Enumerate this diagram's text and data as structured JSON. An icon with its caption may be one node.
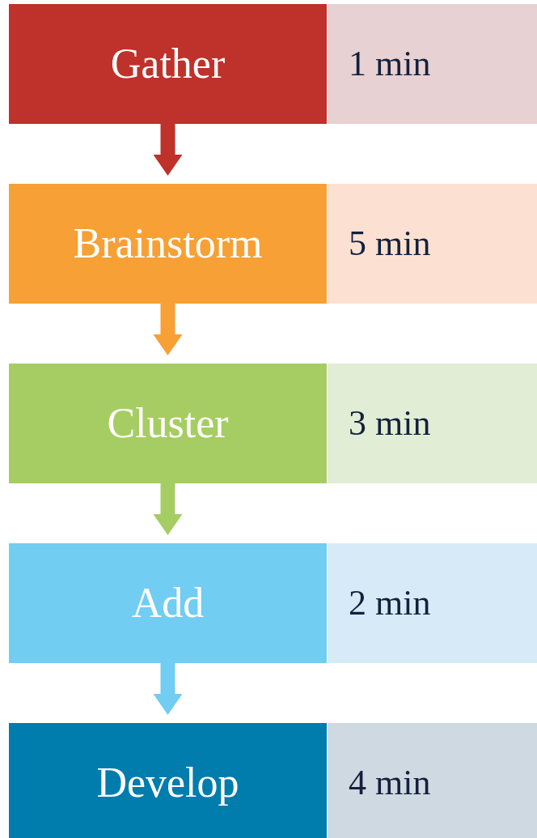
{
  "diagram": {
    "nodes": [
      {
        "text": [
          "Gather"
        ]
      },
      {
        "text": [
          "1 min"
        ]
      },
      {
        "text": [
          "Brainstorm"
        ]
      },
      {
        "text": [
          "5 min"
        ]
      },
      {
        "text": [
          "Cluster"
        ]
      },
      {
        "text": [
          "3 min"
        ]
      },
      {
        "text": [
          "Add"
        ]
      },
      {
        "text": [
          "2 min"
        ]
      },
      {
        "text": [
          "Develop"
        ]
      },
      {
        "text": [
          "4 min"
        ]
      }
    ],
    "edges": [
      {
        "from": 0,
        "to": 2,
        "arrow": "to",
        "color": "#bf312b"
      },
      {
        "from": 2,
        "to": 4,
        "arrow": "to",
        "color": "#f7a035"
      },
      {
        "from": 4,
        "to": 6,
        "arrow": "to",
        "color": "#a6cd63"
      },
      {
        "from": 6,
        "to": 8,
        "arrow": "to",
        "color": "#71cdf2"
      }
    ]
  }
}
